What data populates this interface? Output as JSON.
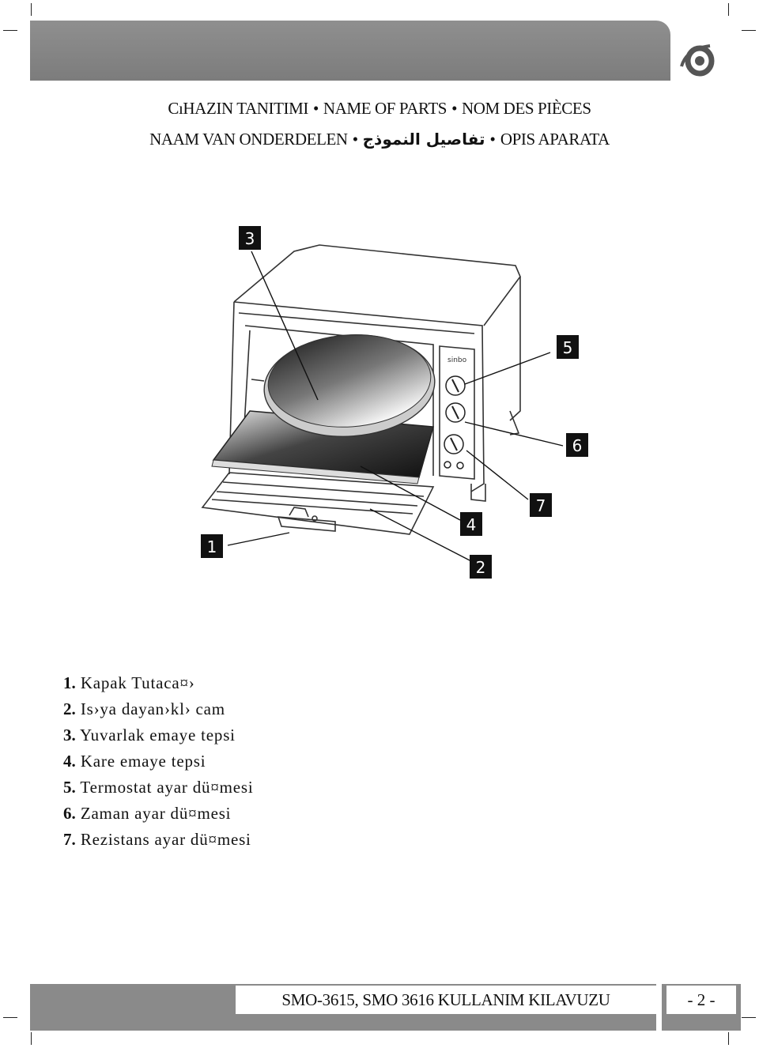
{
  "header": {
    "title_line1": [
      "CıHAZIN TANITIMI",
      "NAME OF PARTS",
      "NOM DES PIÈCES"
    ],
    "title_line2": [
      "NAAM VAN ONDERDELEN",
      "تفاصيل النموذج",
      "OPIS APARATA"
    ],
    "bullet": "•"
  },
  "diagram": {
    "brand": "sinbo",
    "callouts": [
      "1",
      "2",
      "3",
      "4",
      "5",
      "6",
      "7"
    ]
  },
  "parts": [
    {
      "num": "1.",
      "label": "Kapak Tutaca¤›"
    },
    {
      "num": "2.",
      "label": "Is›ya dayan›kl› cam"
    },
    {
      "num": "3.",
      "label": "Yuvarlak emaye tepsi"
    },
    {
      "num": "4.",
      "label": "Kare emaye tepsi"
    },
    {
      "num": "5.",
      "label": "Termostat ayar dü¤mesi"
    },
    {
      "num": "6.",
      "label": "Zaman ayar dü¤mesi"
    },
    {
      "num": "7.",
      "label": "Rezistans ayar dü¤mesi"
    }
  ],
  "footer": {
    "manual_title": "SMO-3615, SMO 3616 KULLANIM KILAVUZU",
    "page_number": "- 2 -"
  },
  "colors": {
    "bar": "#8a8a8a",
    "badge": "#111111"
  }
}
